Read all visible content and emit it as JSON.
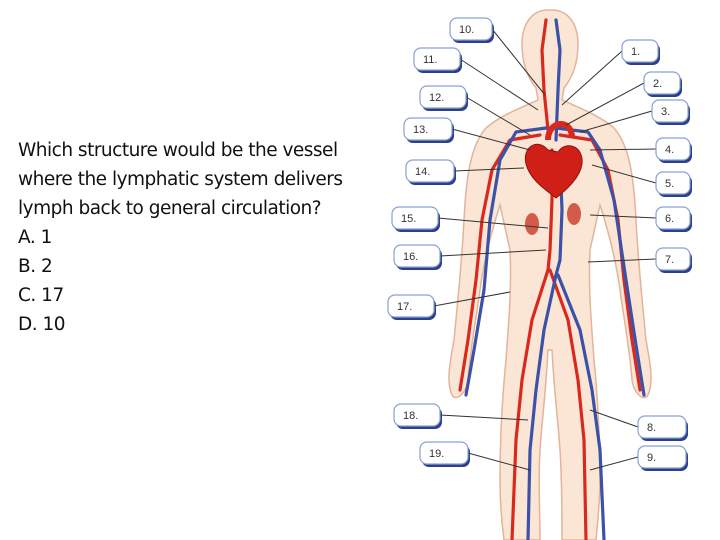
{
  "question": {
    "lines": [
      "Which structure would be the vessel",
      "where the lymphatic system delivers",
      "lymph back to general circulation?",
      "A. 1",
      "B.  2",
      "C. 17",
      "D. 10"
    ]
  },
  "diagram": {
    "labels": [
      "1.",
      "2.",
      "3.",
      "4.",
      "5.",
      "6.",
      "7.",
      "8.",
      "9.",
      "10.",
      "11.",
      "12.",
      "13.",
      "14.",
      "15.",
      "16.",
      "17.",
      "18.",
      "19."
    ],
    "colors": {
      "artery": "#d9281e",
      "vein": "#3b52a8",
      "skin": "#fbe6d6",
      "outline": "#e2b49a",
      "heart": "#cf1f16"
    }
  }
}
